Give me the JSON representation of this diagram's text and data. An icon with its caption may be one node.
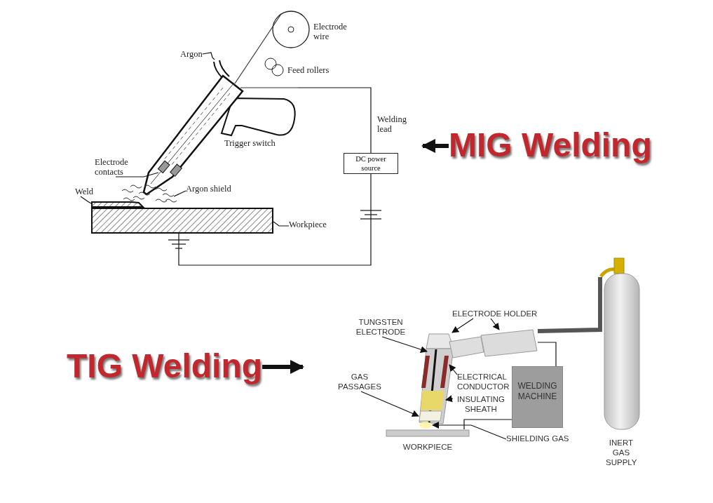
{
  "diagram": {
    "nodes": [
      {
        "text": [
          "MIG Welding"
        ]
      },
      {
        "text": [
          "Argon"
        ]
      },
      {
        "text": [],
        "shape": "picture"
      },
      {
        "text": [
          "Electrode contacts"
        ]
      },
      {
        "text": [],
        "shape": "picture",
        "in": 2
      },
      {
        "text": [
          "Argon shield"
        ]
      },
      {
        "text": [],
        "shape": "cloud"
      },
      {
        "text": [
          "Weld"
        ]
      },
      {
        "text": [],
        "shape": "box"
      },
      {
        "text": [
          "Workpiece"
        ]
      },
      {
        "text": [],
        "shape": "box"
      },
      {
        "text": [
          "DC power source"
        ]
      },
      {
        "text": [
          "TIG Welding"
        ]
      },
      {
        "text": [
          "ELECTRODE HOLDER"
        ]
      },
      {
        "text": [],
        "shape": "picture"
      },
      {
        "text": [],
        "shape": "picture"
      },
      {
        "text": [
          "TUNGSTEN ELECTRODE"
        ]
      },
      {
        "text": [],
        "shape": "bar",
        "in": 14
      },
      {
        "text": [
          "ELECTRICAL CONDUCTOR"
        ]
      },
      {
        "text": [],
        "shape": "bar",
        "in": 14
      },
      {
        "text": [
          "GAS PASSAGES"
        ]
      },
      {
        "text": [],
        "shape": "bar",
        "in": 14
      },
      {
        "text": [
          "INSULATING SHEATH"
        ]
      },
      {
        "text": [],
        "shape": "bar",
        "in": 14
      },
      {
        "text": [
          "SHIELDING GAS"
        ]
      },
      {
        "text": [],
        "shape": "cloud"
      },
      {
        "text": [
          "WORKPIECE"
        ]
      },
      {
        "text": [
          "WELDING MACHINE"
        ]
      },
      {
        "text": [
          "INERT GAS SUPPLY"
        ]
      }
    ],
    "edges": [
      {
        "from": 0,
        "to": null,
        "arrow": "to",
        "style": "thick"
      },
      {
        "from": 1,
        "to": 2,
        "arrow": "none"
      },
      {
        "from": 3,
        "to": 4,
        "arrow": "none"
      },
      {
        "from": 5,
        "to": 6,
        "arrow": "none"
      },
      {
        "from": 7,
        "to": 8,
        "arrow": "none"
      },
      {
        "from": 9,
        "to": 10,
        "arrow": "none"
      },
      {
        "from": 2,
        "to": 11,
        "arrow": "none",
        "label": "Welding lead"
      },
      {
        "from": 11,
        "to": 10,
        "arrow": "none"
      },
      {
        "from": 12,
        "to": null,
        "arrow": "to",
        "style": "thick"
      },
      {
        "from": 13,
        "to": 14,
        "arrow": "to"
      },
      {
        "from": 13,
        "to": 15,
        "arrow": "to"
      },
      {
        "from": 16,
        "to": 17,
        "arrow": "to"
      },
      {
        "from": 18,
        "to": 19,
        "arrow": "to"
      },
      {
        "from": 20,
        "to": 21,
        "arrow": "to"
      },
      {
        "from": 22,
        "to": 23,
        "arrow": "to"
      },
      {
        "from": 24,
        "to": 25,
        "arrow": "to"
      },
      {
        "from": 15,
        "to": 27,
        "arrow": "none"
      },
      {
        "from": 27,
        "to": 26,
        "arrow": "none"
      },
      {
        "from": 28,
        "to": 15,
        "arrow": "none",
        "style": "thick",
        "color": "#555555"
      }
    ],
    "labels": [
      "Electrode wire",
      "Feed rollers",
      "Trigger switch"
    ]
  }
}
